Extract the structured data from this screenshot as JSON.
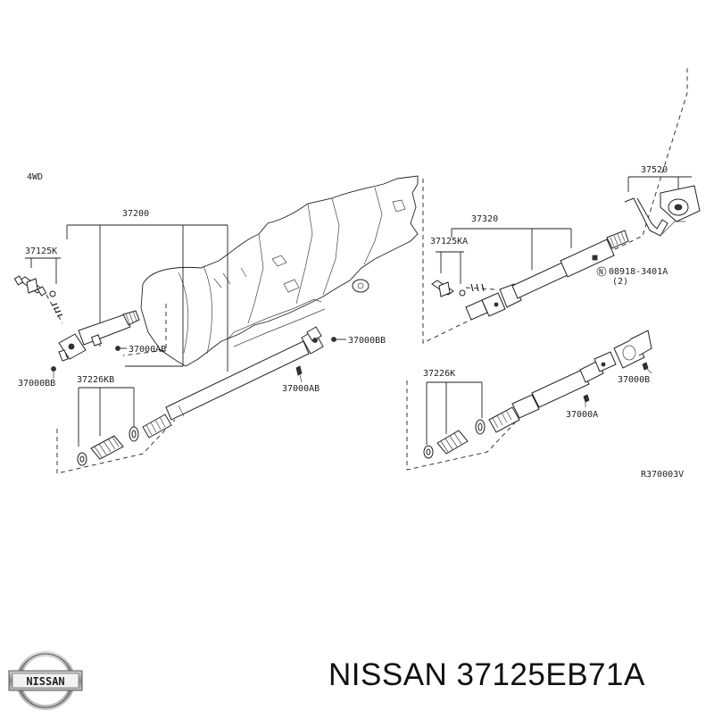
{
  "diagram": {
    "variant_label": "4WD",
    "figure_code": "R370003V",
    "labels": {
      "front_shaft_assembly": "37200",
      "front_journal_kit": "37125K",
      "front_bolt_a": "37000AB",
      "front_bolt_b": "37000BB",
      "front_boot_kit": "37226KB",
      "mid_bolt_b": "37000BB",
      "mid_bolt_a": "37000AB",
      "rear_shaft_assembly": "37320",
      "rear_journal_kit": "37125KA",
      "center_bearing": "37520",
      "nut_code": "08918-3401A",
      "nut_prefix": "N",
      "nut_qty": "(2)",
      "rear_boot_kit": "37226K",
      "rear_bolt_b": "37000B",
      "rear_bolt_a": "37000A"
    }
  },
  "footer": {
    "brand_logo_text": "NISSAN",
    "caption": "NISSAN 37125EB71A"
  },
  "colors": {
    "ink": "#222222",
    "background": "#ffffff"
  }
}
